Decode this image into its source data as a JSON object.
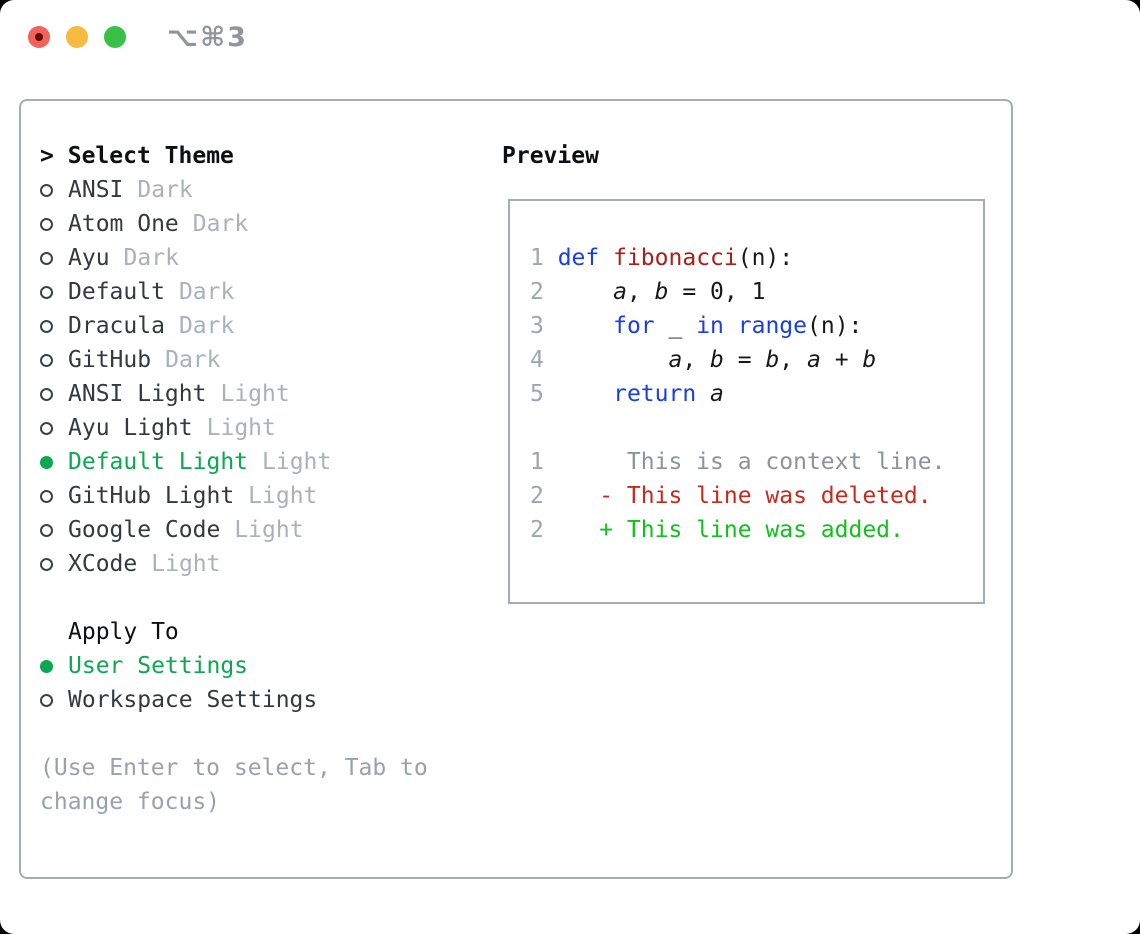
{
  "colors": {
    "accent_green": "#0ca750",
    "keyword_blue": "#1a3fe0",
    "function_red": "#a82019",
    "deleted_red": "#c52b1d",
    "added_green": "#12c01c",
    "line_number_gray": "#9aa6b2",
    "context_gray": "#8b939c",
    "muted_gray": "#a9b1bc",
    "hint_gray": "#98a1ad",
    "item_text": "#34383f",
    "title_text": "#0d0f12",
    "border_gray": "#a4acb7",
    "tl_red": "#f2615a",
    "tl_red_dot": "#5e0d0b",
    "tl_yellow": "#f6bb40",
    "tl_green": "#37c247",
    "shortcut_gray": "#8f959d"
  },
  "window": {
    "shortcut": "⌥⌘3"
  },
  "theme_panel": {
    "prompt": ">",
    "title": "Select Theme",
    "themes": [
      {
        "name": "ANSI",
        "variant": "Dark",
        "selected": false
      },
      {
        "name": "Atom One",
        "variant": "Dark",
        "selected": false
      },
      {
        "name": "Ayu",
        "variant": "Dark",
        "selected": false
      },
      {
        "name": "Default",
        "variant": "Dark",
        "selected": false
      },
      {
        "name": "Dracula",
        "variant": "Dark",
        "selected": false
      },
      {
        "name": "GitHub",
        "variant": "Dark",
        "selected": false
      },
      {
        "name": "ANSI Light",
        "variant": "Light",
        "selected": false
      },
      {
        "name": "Ayu Light",
        "variant": "Light",
        "selected": false
      },
      {
        "name": "Default Light",
        "variant": "Light",
        "selected": true
      },
      {
        "name": "GitHub Light",
        "variant": "Light",
        "selected": false
      },
      {
        "name": "Google Code",
        "variant": "Light",
        "selected": false
      },
      {
        "name": "XCode",
        "variant": "Light",
        "selected": false
      }
    ],
    "apply_to": {
      "title": "Apply To",
      "options": [
        {
          "label": "User Settings",
          "selected": true
        },
        {
          "label": "Workspace Settings",
          "selected": false
        }
      ]
    },
    "hint_lines": [
      "(Use Enter to select, Tab to",
      "change focus)"
    ]
  },
  "preview": {
    "title": "Preview",
    "code_lines": [
      {
        "num": "1",
        "segments": [
          {
            "style": "plain",
            "text": " "
          },
          {
            "style": "kw",
            "text": "def"
          },
          {
            "style": "plain",
            "text": " "
          },
          {
            "style": "fn",
            "text": "fibonacci"
          },
          {
            "style": "plain",
            "text": "(n):"
          }
        ]
      },
      {
        "num": "2",
        "segments": [
          {
            "style": "plain",
            "text": "     "
          },
          {
            "style": "var",
            "text": "a"
          },
          {
            "style": "plain",
            "text": ", "
          },
          {
            "style": "var",
            "text": "b"
          },
          {
            "style": "plain",
            "text": " = 0, 1"
          }
        ]
      },
      {
        "num": "3",
        "segments": [
          {
            "style": "plain",
            "text": "     "
          },
          {
            "style": "kw",
            "text": "for"
          },
          {
            "style": "plain",
            "text": " _ "
          },
          {
            "style": "kw",
            "text": "in"
          },
          {
            "style": "plain",
            "text": " "
          },
          {
            "style": "kw",
            "text": "range"
          },
          {
            "style": "plain",
            "text": "(n):"
          }
        ]
      },
      {
        "num": "4",
        "segments": [
          {
            "style": "plain",
            "text": "         "
          },
          {
            "style": "var",
            "text": "a"
          },
          {
            "style": "plain",
            "text": ", "
          },
          {
            "style": "var",
            "text": "b"
          },
          {
            "style": "plain",
            "text": " = "
          },
          {
            "style": "var",
            "text": "b"
          },
          {
            "style": "plain",
            "text": ", "
          },
          {
            "style": "var",
            "text": "a"
          },
          {
            "style": "plain",
            "text": " + "
          },
          {
            "style": "var",
            "text": "b"
          }
        ]
      },
      {
        "num": "5",
        "segments": [
          {
            "style": "plain",
            "text": "     "
          },
          {
            "style": "kw",
            "text": "return"
          },
          {
            "style": "plain",
            "text": " "
          },
          {
            "style": "var",
            "text": "a"
          }
        ]
      },
      {
        "num": "",
        "segments": []
      },
      {
        "num": "1",
        "segments": [
          {
            "style": "ctx",
            "text": "      This is a context line."
          }
        ]
      },
      {
        "num": "2",
        "segments": [
          {
            "style": "del",
            "text": "    - This line was deleted."
          }
        ]
      },
      {
        "num": "2",
        "segments": [
          {
            "style": "add",
            "text": "    + This line was added."
          }
        ]
      }
    ]
  }
}
